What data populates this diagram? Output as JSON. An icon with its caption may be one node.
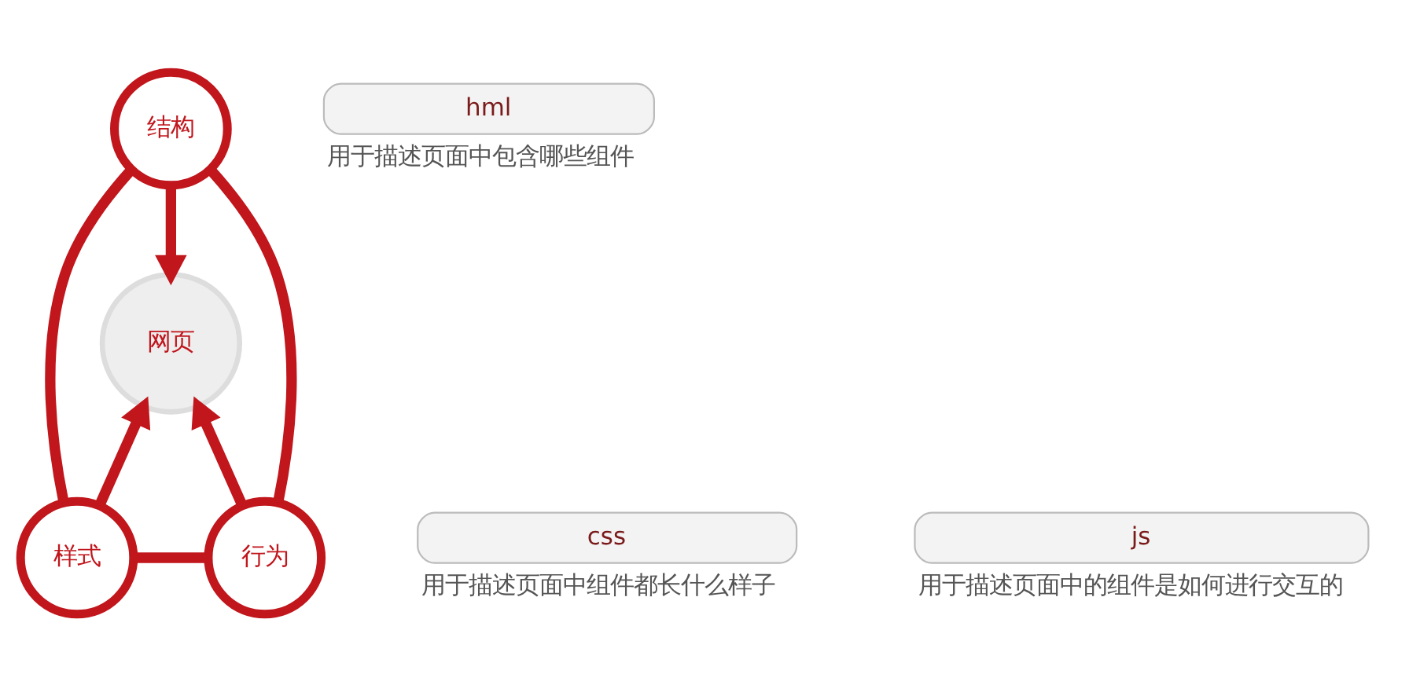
{
  "diagram": {
    "nodes": [
      {
        "text": [
          "结构"
        ]
      },
      {
        "text": [
          "网页"
        ]
      },
      {
        "text": [
          "样式"
        ]
      },
      {
        "text": [
          "行为"
        ]
      },
      {
        "text": [
          "hml"
        ],
        "beside": [
          "用于描述页面中包含哪些组件"
        ]
      },
      {
        "text": [
          "css"
        ],
        "beside": [
          "用于描述页面中组件都长什么样子"
        ]
      },
      {
        "text": [
          "js"
        ],
        "beside": [
          "用于描述页面中的组件是如何进行交互的"
        ]
      }
    ],
    "edges": [
      {
        "from": 0,
        "to": 2,
        "arrow": "none"
      },
      {
        "from": 0,
        "to": 3,
        "arrow": "none"
      },
      {
        "from": 2,
        "to": 3,
        "arrow": "none"
      },
      {
        "from": 0,
        "to": 1,
        "arrow": "to"
      },
      {
        "from": 2,
        "to": 1,
        "arrow": "to"
      },
      {
        "from": 3,
        "to": 1,
        "arrow": "to"
      }
    ]
  }
}
